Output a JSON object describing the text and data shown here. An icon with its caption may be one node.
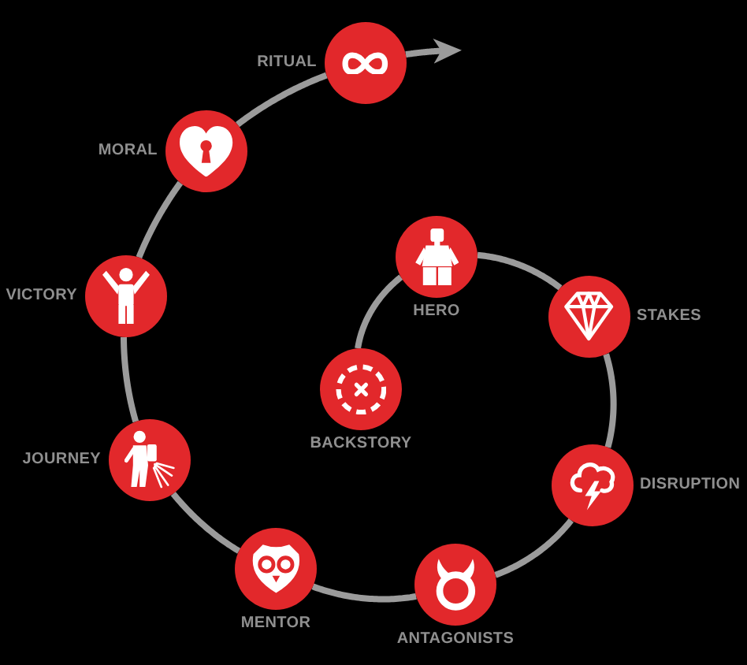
{
  "diagram": {
    "nodes": [
      {
        "text": [
          "BACKSTORY"
        ]
      },
      {
        "text": [
          "HERO"
        ]
      },
      {
        "text": [
          "STAKES"
        ]
      },
      {
        "text": [
          "DISRUPTION"
        ]
      },
      {
        "text": [
          "ANTAGONISTS"
        ]
      },
      {
        "text": [
          "MENTOR"
        ]
      },
      {
        "text": [
          "JOURNEY"
        ]
      },
      {
        "text": [
          "VICTORY"
        ]
      },
      {
        "text": [
          "MORAL"
        ]
      },
      {
        "text": [
          "RITUAL"
        ]
      }
    ],
    "edges": [
      {
        "from": 0,
        "to": 1,
        "arrow": "none"
      },
      {
        "from": 1,
        "to": 2,
        "arrow": "none"
      },
      {
        "from": 2,
        "to": 3,
        "arrow": "none"
      },
      {
        "from": 3,
        "to": 4,
        "arrow": "none"
      },
      {
        "from": 4,
        "to": 5,
        "arrow": "none"
      },
      {
        "from": 5,
        "to": 6,
        "arrow": "none"
      },
      {
        "from": 6,
        "to": 7,
        "arrow": "none"
      },
      {
        "from": 7,
        "to": 8,
        "arrow": "none"
      },
      {
        "from": 8,
        "to": 9,
        "arrow": "none"
      },
      {
        "from": 9,
        "to": null,
        "arrow": "to"
      }
    ]
  }
}
